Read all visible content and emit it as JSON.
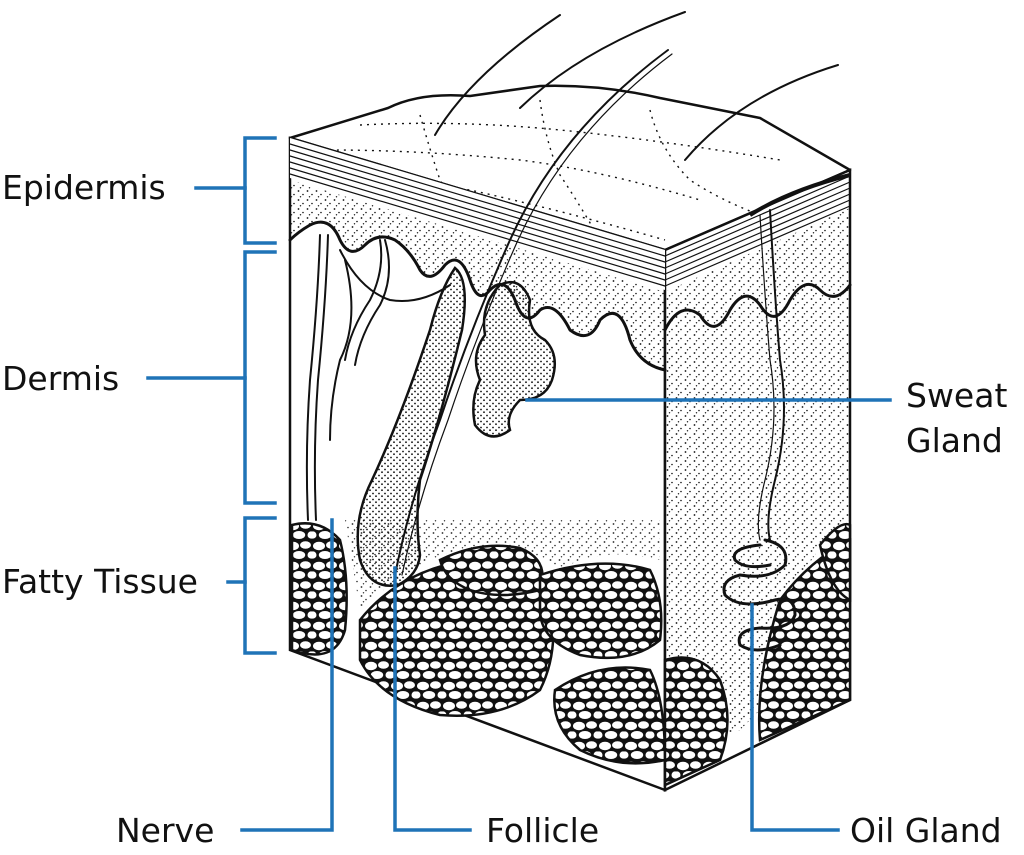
{
  "labels": {
    "epidermis": "Epidermis",
    "dermis": "Dermis",
    "fatty_tissue": "Fatty Tissue",
    "sweat_gland_line1": "Sweat",
    "sweat_gland_line2": "Gland",
    "nerve": "Nerve",
    "follicle": "Follicle",
    "oil_gland": "Oil Gland"
  },
  "colors": {
    "leader": "#1f73b7",
    "ink": "#111111",
    "background": "#ffffff"
  }
}
